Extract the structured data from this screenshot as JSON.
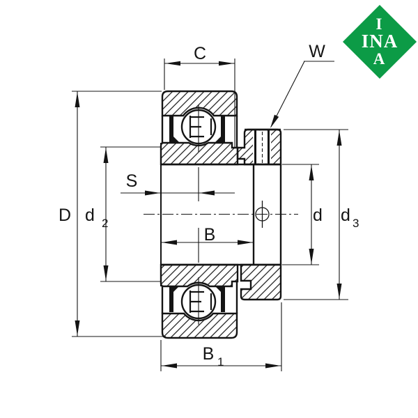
{
  "logo": {
    "line1": "I",
    "line2": "INA",
    "line3": "A",
    "green": "#0c9b46",
    "text_color": "#ffffff"
  },
  "drawing": {
    "line_color": "#141414",
    "labels": {
      "c": "C",
      "w": "W",
      "outer_diameter": "D",
      "d2_main": "d",
      "d2_sub": "2",
      "s": "S",
      "b": "B",
      "bore": "d",
      "d3_main": "d",
      "d3_sub": "3",
      "b1_main": "B",
      "b1_sub": "1"
    }
  }
}
